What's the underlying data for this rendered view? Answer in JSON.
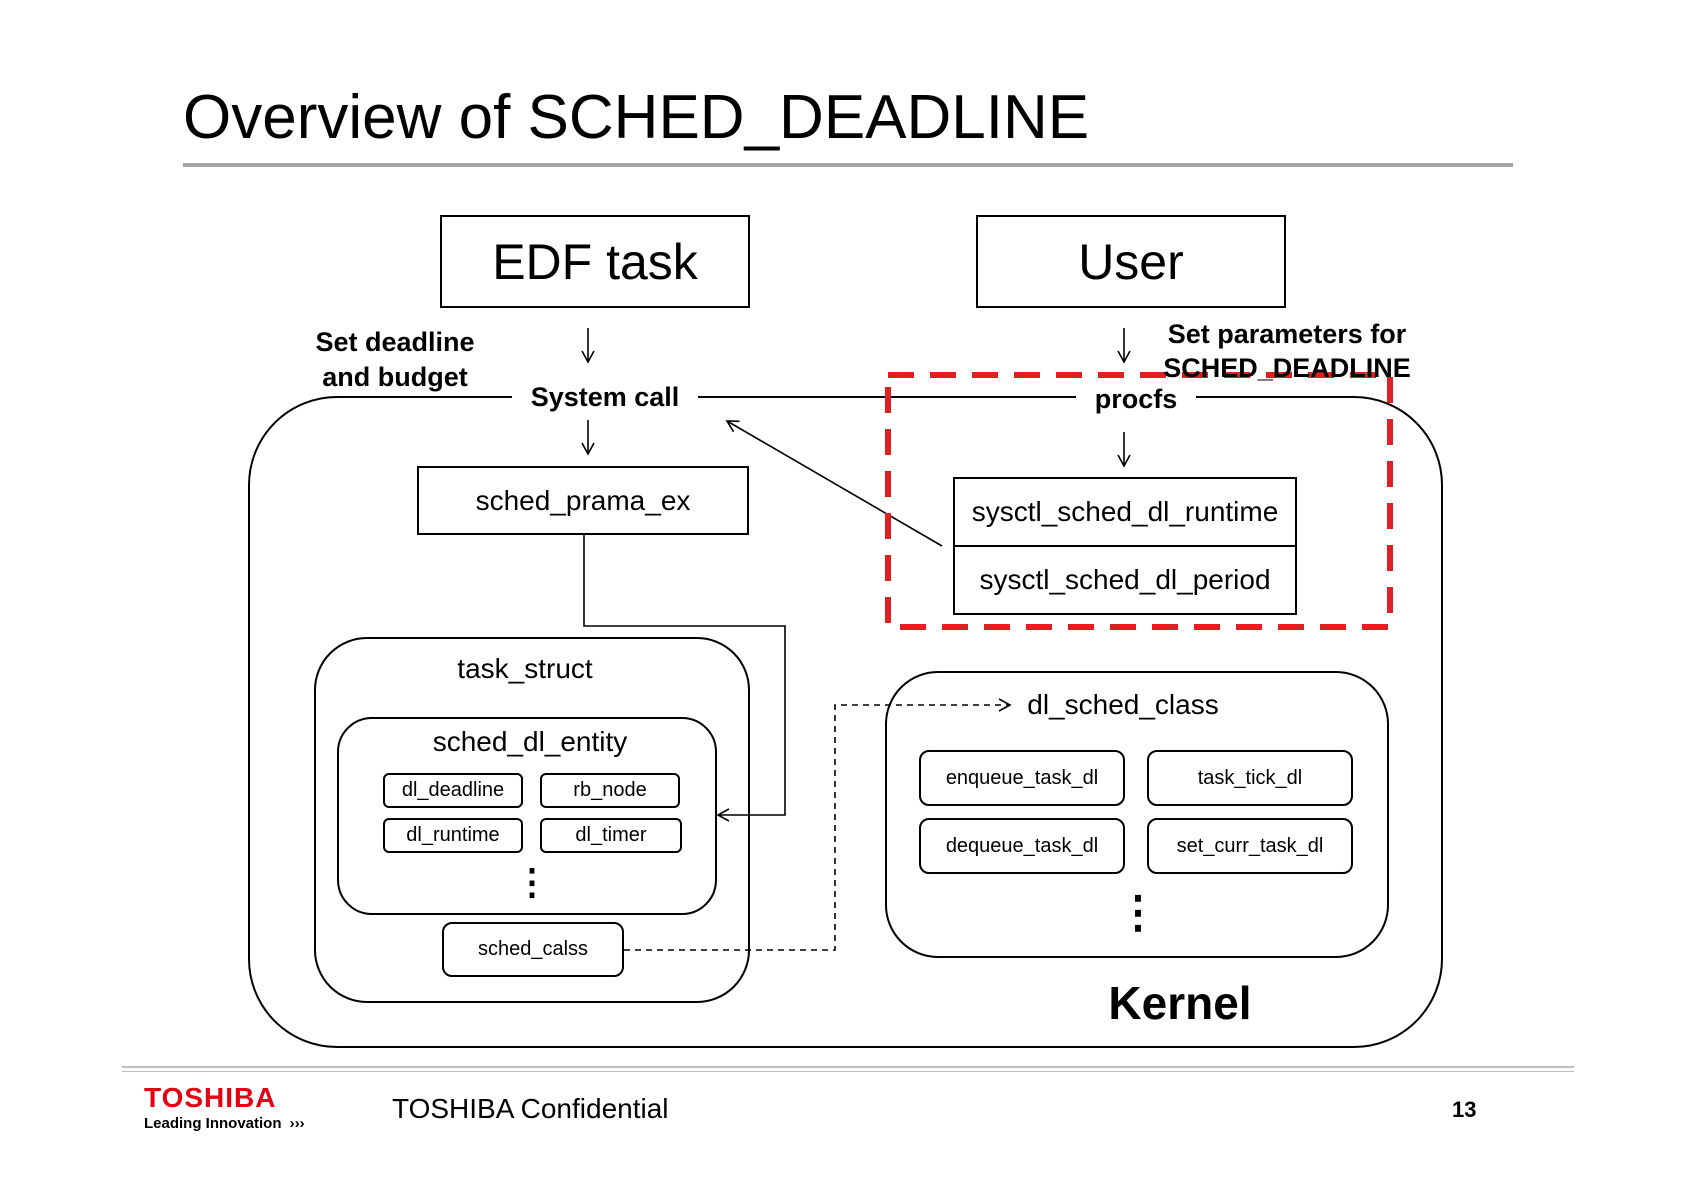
{
  "slide": {
    "title": "Overview of SCHED_DEADLINE",
    "page_number": "13"
  },
  "top": {
    "edf_task": "EDF task",
    "user": "User",
    "set_deadline_line1": "Set deadline",
    "set_deadline_line2": "and budget",
    "set_params_line1": "Set parameters for",
    "set_params_line2": "SCHED_DEADLINE",
    "system_call": "System call",
    "procfs": "procfs"
  },
  "kernel": {
    "label": "Kernel",
    "sched_param": "sched_prama_ex",
    "sysctl_runtime": "sysctl_sched_dl_runtime",
    "sysctl_period": "sysctl_sched_dl_period",
    "task_struct": {
      "title": "task_struct",
      "entity_title": "sched_dl_entity",
      "fields": [
        "dl_deadline",
        "rb_node",
        "dl_runtime",
        "dl_timer"
      ],
      "ellipsis": "⋮",
      "sched_class": "sched_calss"
    },
    "dl_sched_class": {
      "title": "dl_sched_class",
      "functions": [
        "enqueue_task_dl",
        "task_tick_dl",
        "dequeue_task_dl",
        "set_curr_task_dl"
      ],
      "ellipsis": "⋮"
    }
  },
  "colors": {
    "highlight": "#e02020",
    "rule": "#a6a6a6",
    "brand": "#e60012"
  },
  "footer": {
    "logo": "TOSHIBA",
    "tagline": "Leading Innovation",
    "tagline_arrows": "›››",
    "confidential": "TOSHIBA Confidential"
  }
}
